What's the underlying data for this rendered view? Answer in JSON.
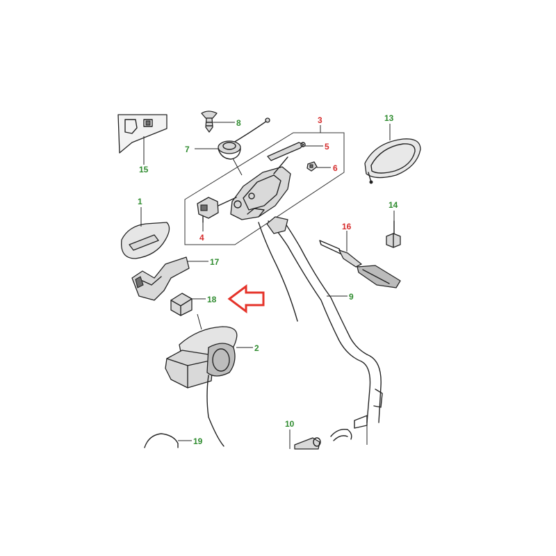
{
  "colors": {
    "callout_green": "#2e8b2e",
    "callout_red": "#d62c2c",
    "arrow_red": "#e5332a",
    "line": "#222222"
  },
  "callouts": {
    "c1": "1",
    "c2": "2",
    "c3": "3",
    "c4": "4",
    "c5": "5",
    "c6": "6",
    "c7": "7",
    "c8": "8",
    "c9": "9",
    "c10": "10",
    "c13": "13",
    "c14": "14",
    "c15": "15",
    "c16": "16",
    "c17": "17",
    "c18": "18",
    "c19": "19"
  },
  "highlight": {
    "target_callout": "18",
    "arrow_icon": "left-arrow-icon"
  }
}
